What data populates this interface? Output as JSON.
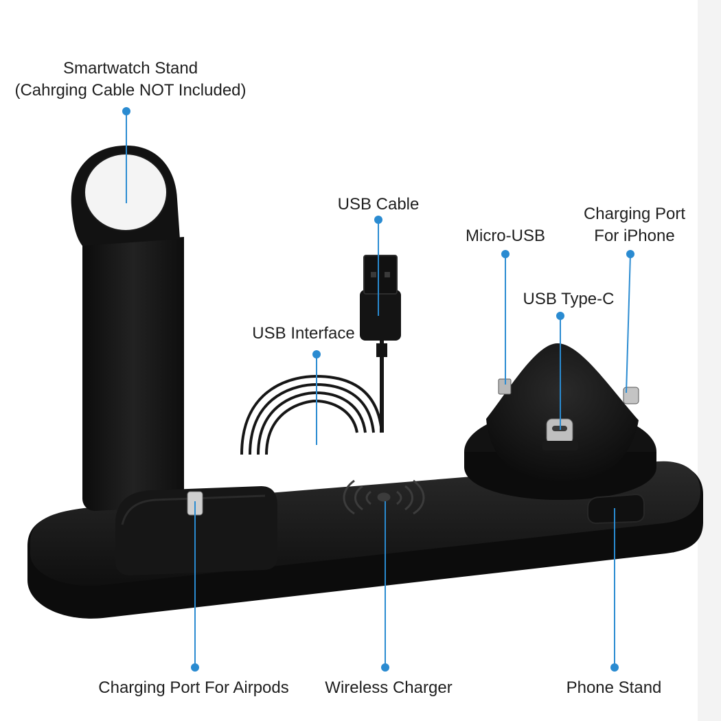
{
  "colors": {
    "background": "#ffffff",
    "product": "#151515",
    "callout": "#2a8bd1",
    "label_text": "#1e1e1e"
  },
  "callouts": {
    "smartwatch_stand": {
      "line1": "Smartwatch Stand",
      "line2": "(Cahrging Cable NOT Included)"
    },
    "usb_cable": {
      "line1": "USB Cable"
    },
    "micro_usb": {
      "line1": "Micro-USB"
    },
    "charging_port_iphone": {
      "line1": "Charging Port",
      "line2": "For iPhone"
    },
    "usb_type_c": {
      "line1": "USB Type-C"
    },
    "usb_interface": {
      "line1": "USB Interface"
    },
    "charging_port_airpods": {
      "line1": "Charging Port For Airpods"
    },
    "wireless_charger": {
      "line1": "Wireless Charger"
    },
    "phone_stand": {
      "line1": "Phone Stand"
    }
  }
}
